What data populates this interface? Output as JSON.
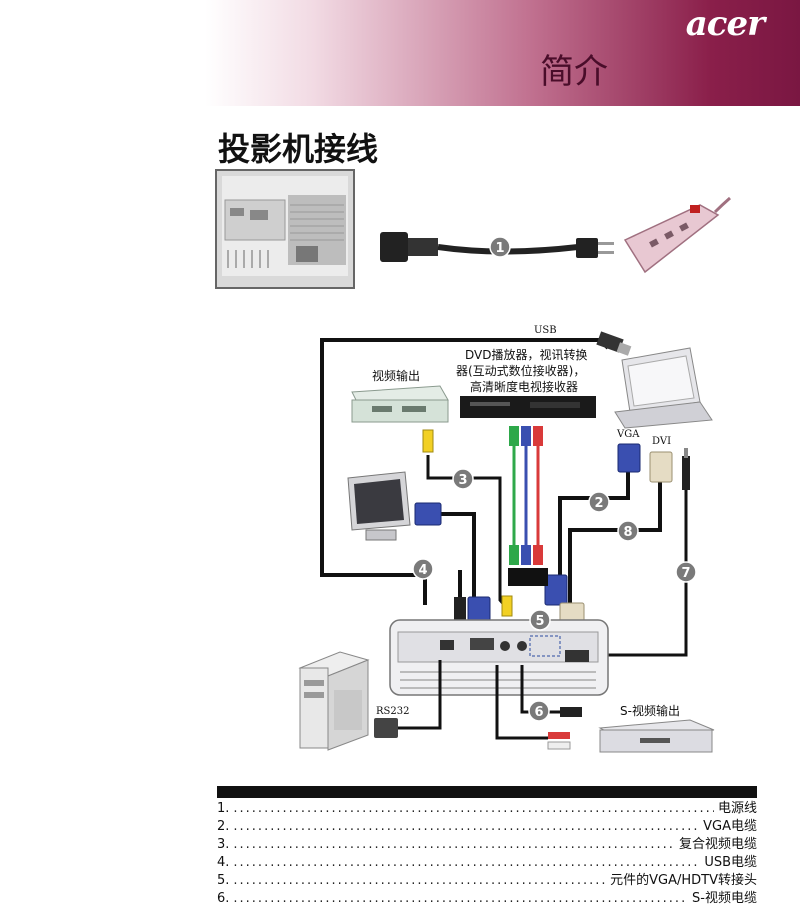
{
  "header": {
    "brand": "acer",
    "section_title": "简介"
  },
  "page_title": "投影机接线",
  "diagram": {
    "labels": {
      "usb": "USB",
      "dvd_line1": "DVD播放器，视讯转换",
      "dvd_line2": "器(互动式数位接收器)，",
      "dvd_line3": "高清晰度电视接收器",
      "video_out": "视频输出",
      "vga": "VGA",
      "dvi": "DVI",
      "rs232": "RS232",
      "svideo_out": "S-视频输出"
    },
    "numbers": [
      "1",
      "2",
      "3",
      "4",
      "5",
      "6",
      "7",
      "8"
    ]
  },
  "legend": [
    {
      "num": "1.",
      "label": "电源线"
    },
    {
      "num": "2.",
      "label": "VGA电缆"
    },
    {
      "num": "3.",
      "label": "复合视频电缆"
    },
    {
      "num": "4.",
      "label": "USB电缆"
    },
    {
      "num": "5.",
      "label": "元件的VGA/HDTV转接头"
    },
    {
      "num": "6.",
      "label": "S-视频电缆"
    }
  ],
  "colors": {
    "header_dark": "#7a1742",
    "badge": "#7a7a7a",
    "cable": "#111111",
    "vga_blue": "#3a4fb0",
    "rca_yellow": "#f2d024",
    "rca_red": "#d93a3a",
    "rca_green": "#2ea84a"
  }
}
